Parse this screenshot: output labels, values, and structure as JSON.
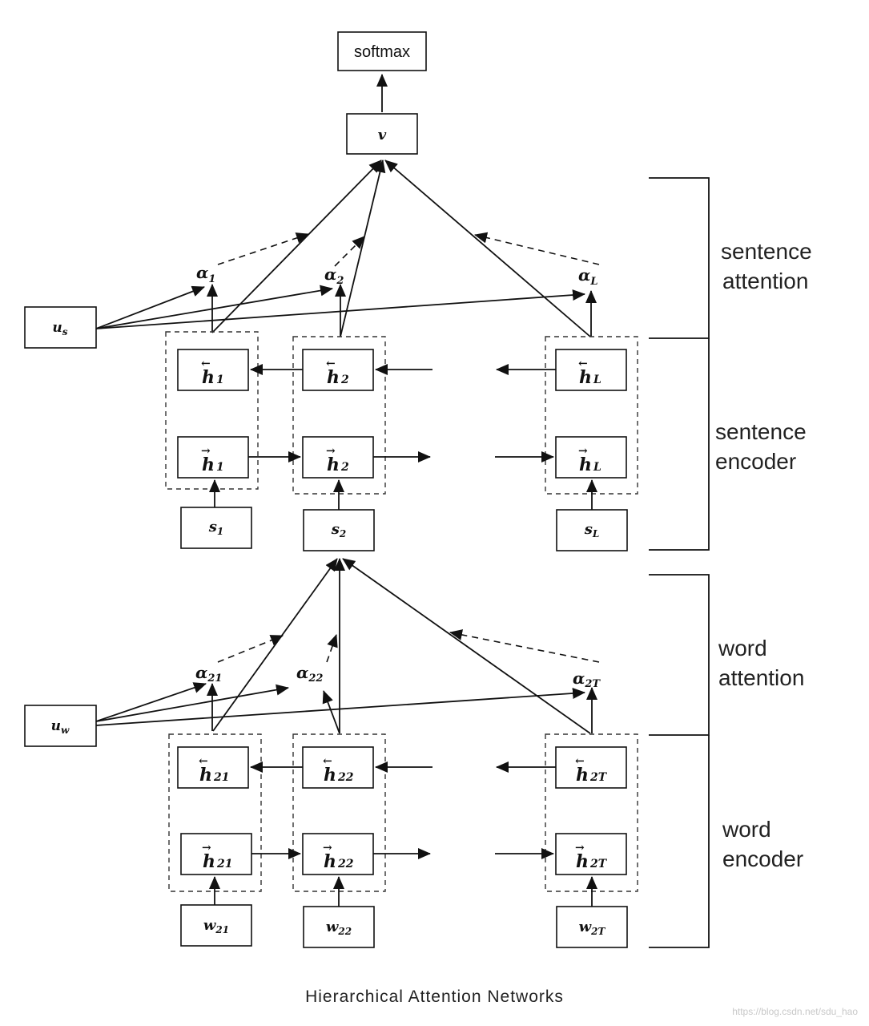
{
  "top": {
    "softmax": "softmax",
    "v": "v"
  },
  "sentence_level": {
    "context_vector": {
      "base": "u",
      "sub": "s"
    },
    "attention_weights": [
      {
        "base": "α",
        "sub": "1"
      },
      {
        "base": "α",
        "sub": "2"
      },
      {
        "base": "α",
        "sub": "L"
      }
    ],
    "backward_states": [
      {
        "base": "h",
        "arrow": "←",
        "sub": "1"
      },
      {
        "base": "h",
        "arrow": "←",
        "sub": "2"
      },
      {
        "base": "h",
        "arrow": "←",
        "sub": "L"
      }
    ],
    "forward_states": [
      {
        "base": "h",
        "arrow": "→",
        "sub": "1"
      },
      {
        "base": "h",
        "arrow": "→",
        "sub": "2"
      },
      {
        "base": "h",
        "arrow": "→",
        "sub": "L"
      }
    ],
    "inputs": [
      {
        "base": "s",
        "sub": "1"
      },
      {
        "base": "s",
        "sub": "2"
      },
      {
        "base": "s",
        "sub": "L"
      }
    ]
  },
  "word_level": {
    "context_vector": {
      "base": "u",
      "sub": "w"
    },
    "attention_weights": [
      {
        "base": "α",
        "sub": "21"
      },
      {
        "base": "α",
        "sub": "22"
      },
      {
        "base": "α",
        "sub": "2T"
      }
    ],
    "backward_states": [
      {
        "base": "h",
        "arrow": "←",
        "sub": "21"
      },
      {
        "base": "h",
        "arrow": "←",
        "sub": "22"
      },
      {
        "base": "h",
        "arrow": "←",
        "sub": "2T"
      }
    ],
    "forward_states": [
      {
        "base": "h",
        "arrow": "→",
        "sub": "21"
      },
      {
        "base": "h",
        "arrow": "→",
        "sub": "22"
      },
      {
        "base": "h",
        "arrow": "→",
        "sub": "2T"
      }
    ],
    "inputs": [
      {
        "base": "w",
        "sub": "21"
      },
      {
        "base": "w",
        "sub": "22"
      },
      {
        "base": "w",
        "sub": "2T"
      }
    ]
  },
  "section_labels": {
    "sentence_attention": [
      "sentence",
      "attention"
    ],
    "sentence_encoder": [
      "sentence",
      "encoder"
    ],
    "word_attention": [
      "word",
      "attention"
    ],
    "word_encoder": [
      "word",
      "encoder"
    ]
  },
  "caption": "Hierarchical Attention Networks",
  "watermark": "https://blog.csdn.net/sdu_hao"
}
